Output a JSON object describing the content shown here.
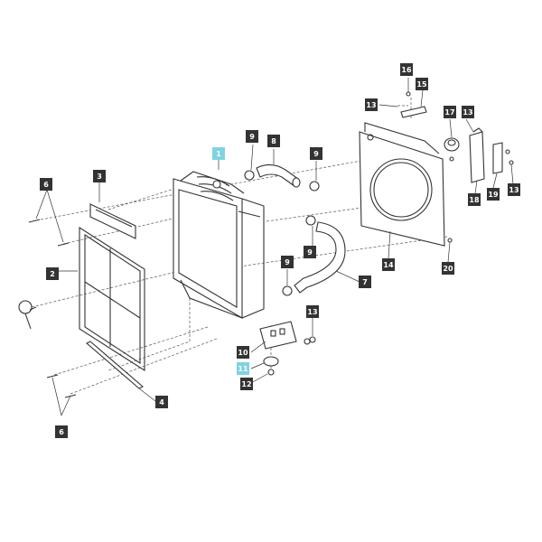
{
  "callouts": {
    "c1": "1",
    "c2": "2",
    "c3": "3",
    "c4": "4",
    "c6a": "6",
    "c6b": "6",
    "c7": "7",
    "c8": "8",
    "c9a": "9",
    "c9b": "9",
    "c9c": "9",
    "c9d": "9",
    "c10": "10",
    "c11": "11",
    "c12": "12",
    "c13a": "13",
    "c13b": "13",
    "c13c": "13",
    "c13d": "13",
    "c14": "14",
    "c15": "15",
    "c16": "16",
    "c17": "17",
    "c18": "18",
    "c19": "19",
    "c20": "20"
  },
  "colors": {
    "callout_bg": "#333333",
    "callout_highlight": "#7fd3e0",
    "line": "#333333"
  }
}
